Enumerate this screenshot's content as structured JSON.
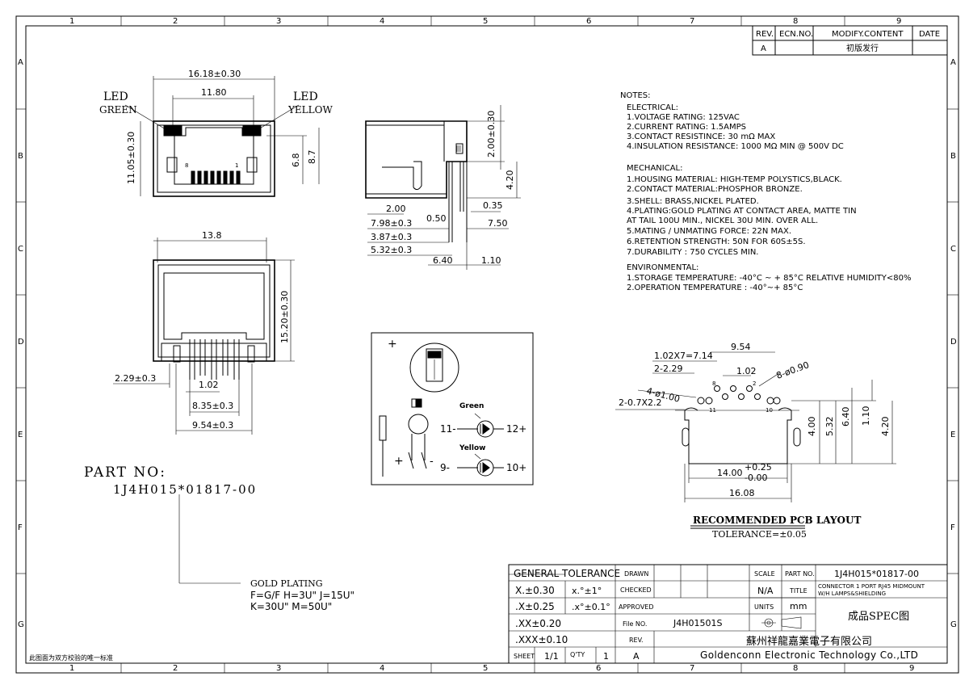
{
  "border": {
    "cols": [
      "1",
      "2",
      "3",
      "4",
      "5",
      "6",
      "7",
      "8",
      "9"
    ],
    "rows": [
      "A",
      "B",
      "C",
      "D",
      "E",
      "F",
      "G"
    ]
  },
  "revision": {
    "headers": [
      "REV.",
      "ECN.NO.",
      "MODIFY.CONTENT",
      "DATE"
    ],
    "row": [
      "A",
      "",
      "初版发行",
      ""
    ]
  },
  "front_view": {
    "led_left": "LED",
    "led_left_color": "GREEN",
    "led_right": "LED",
    "led_right_color": "YELLOW",
    "dim_width": "16.18±0.30",
    "dim_inner": "11.80",
    "dim_height": "11.05±0.30",
    "dim_68": "6.8",
    "dim_87": "8.7",
    "pin8": "8",
    "pin1": "1"
  },
  "side_view": {
    "dims": [
      "2.00±0.30",
      "4.20",
      "2.00",
      "0.35",
      "7.98±0.3",
      "0.50",
      "7.50",
      "3.87±0.3",
      "5.32±0.3",
      "6.40",
      "1.10"
    ]
  },
  "bottom_view": {
    "dim_top": "13.8",
    "dim_height": "15.20±0.30",
    "dim_229": "2.29±0.3",
    "dim_102": "1.02",
    "dim_835": "8.35±0.3",
    "dim_954": "9.54±0.3"
  },
  "notes": {
    "title": "NOTES:",
    "electrical_title": "ELECTRICAL:",
    "electrical": [
      "1.VOLTAGE  RATING:    125VAC",
      "2.CURRENT  RATING:      1.5AMPS",
      "3.CONTACT  RESISTINCE:    30  mΩ  MAX",
      "4.INSULATION  RESISTANCE:    1000  MΩ  MIN  @  500V  DC"
    ],
    "mechanical_title": "MECHANICAL:",
    "mechanical": [
      "1.HOUSING  MATERIAL:  HIGH-TEMP  POLYSTICS,BLACK.",
      "2.CONTACT  MATERIAL:PHOSPHOR  BRONZE.",
      "3.SHELL:  BRASS,NICKEL  PLATED.",
      "4.PLATING:GOLD  PLATING  AT  CONTACT  AREA,  MATTE  TIN",
      "AT  TAIL  100U  MIN.,  NICKEL  30U  MIN.  OVER  ALL.",
      "5.MATING  /  UNMATING  FORCE:  22N  MAX.",
      "6.RETENTION  STRENGTH:  50N  FOR  60S±5S.",
      "7.DURABILITY  :  750  CYCLES  MIN."
    ],
    "environmental_title": "ENVIRONMENTAL:",
    "environmental": [
      "1.STORAGE  TEMPERATURE:  -40°C  ~  +  85°C  RELATIVE  HUMIDITY<80%",
      "2.OPERATION  TEMPERATURE  :  -40°~+  85°C"
    ]
  },
  "schematic": {
    "green": "Green",
    "yellow": "Yellow",
    "p11": "11-",
    "p12": "12+",
    "p9": "9-",
    "p10": "10+",
    "plus1": "+",
    "plus2": "+",
    "minus": "-"
  },
  "pcb": {
    "dim_954": "9.54",
    "dim_714": "1.02X7=7.14",
    "dim_229": "2-2.29",
    "dim_102": "1.02",
    "dim_holes": "8-ø0.90",
    "dim_ø1": "4-ø1.00",
    "dim_slot": "2-0.7X2.2",
    "dim_400": "4.00",
    "dim_532": "5.32",
    "dim_640": "6.40",
    "dim_110": "1.10",
    "dim_420": "4.20",
    "dim_1400": "14.00",
    "tol_plus": "+0.25",
    "tol_minus": "-0.00",
    "dim_1608": "16.08",
    "p8": "8",
    "p2": "2",
    "p11": "11",
    "p10": "10",
    "title": "RECOMMENDED PCB LAYOUT",
    "tolerance": "TOLERANCE=±0.05"
  },
  "part": {
    "label": "PART  NO:",
    "number": "1J4H015*01817-00",
    "gold_title": "GOLD PLATING",
    "gold_1": "F=G/F  H=3U\"  J=15U\"",
    "gold_2": "K=30U\" M=50U\""
  },
  "title_block": {
    "general_tolerance": "GENERAL TOLERANCE",
    "tol_x": "X.±0.30",
    "tol_ang1": "x.°±1°",
    "tol_xx": ".X±0.25",
    "tol_ang2": ".x°±0.1°",
    "tol_xxx": ".XX±0.20",
    "tol_xxxx": ".XXX±0.10",
    "drawn": "DRAWN",
    "checked": "CHECKED",
    "approved": "APPROVED",
    "file_no_label": "File NO.",
    "file_no": "J4H01501S",
    "rev_label": "REV.",
    "scale": "SCALE",
    "scale_val": "N/A",
    "units": "UNITS",
    "units_val": "mm",
    "part_no_label": "PART NO.",
    "part_no": "1J4H015*01817-00",
    "title_label": "TITLE",
    "title_1": "CONNECTOR  1  PORT  RJ45  MIDMOUNT",
    "title_2": "W/H  LAMPS&SHIELDING",
    "spec": "成品SPEC图",
    "sheet_label": "SHEET",
    "sheet": "1/1",
    "qty_label": "Q'TY",
    "qty": "1",
    "rev_val": "A",
    "company_cn": "蘇州祥龍嘉業電子有限公司",
    "company_en": "Goldenconn  Electronic  Technology  Co.,LTD"
  },
  "footer_note": "此图面为双方校验的唯一标准"
}
